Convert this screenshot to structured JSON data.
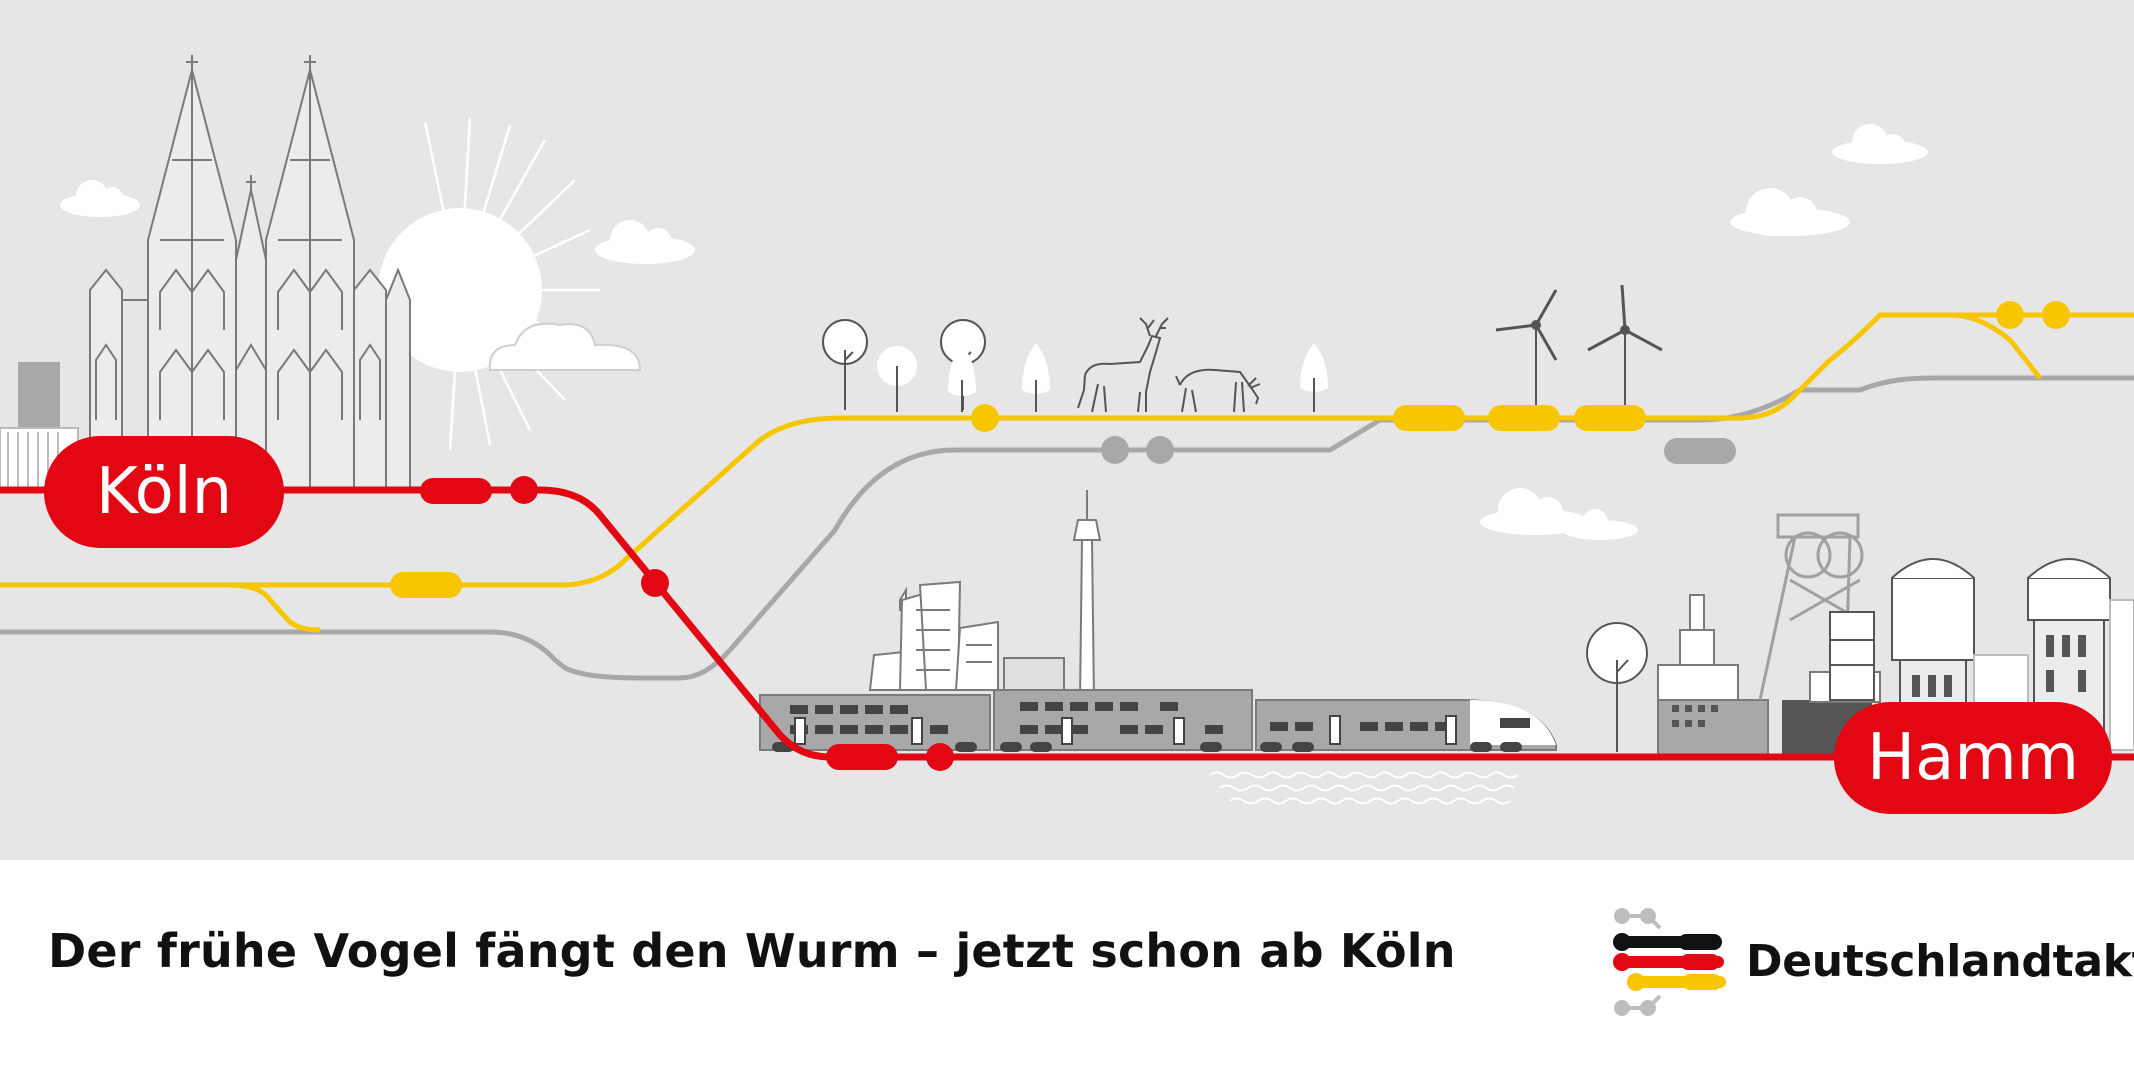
{
  "stations": {
    "origin": "Köln",
    "destination": "Hamm"
  },
  "footer": {
    "tagline": "Der frühe Vogel fängt den Wurm – jetzt schon ab Köln",
    "brand": "Deutschlandtakt"
  },
  "icons": [
    "cathedral-icon",
    "sun-icon",
    "cloud-icon",
    "tree-icon",
    "deer-icon",
    "wind-turbine-icon",
    "tv-tower-icon",
    "train-icon",
    "winding-tower-icon",
    "water-tower-icon",
    "deutschlandtakt-logo-icon"
  ],
  "colors": {
    "background": "#e6e6e6",
    "red_line": "#e30613",
    "yellow_line": "#f7c600",
    "grey_line": "#a8a8a8",
    "text": "#111111"
  }
}
